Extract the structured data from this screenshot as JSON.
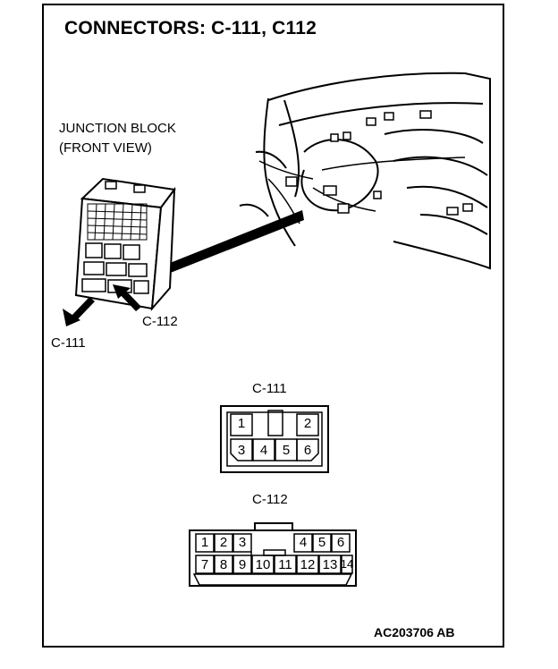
{
  "title": "CONNECTORS: C-111, C112",
  "junction_block": {
    "line1": "JUNCTION BLOCK",
    "line2": "(FRONT VIEW)"
  },
  "callouts": {
    "c111": "C-111",
    "c112": "C-112"
  },
  "connector_c111": {
    "label": "C-111",
    "pins_top": [
      "1",
      "2"
    ],
    "pins_bottom": [
      "3",
      "4",
      "5",
      "6"
    ]
  },
  "connector_c112": {
    "label": "C-112",
    "pins_top_left": [
      "1",
      "2",
      "3"
    ],
    "pins_top_right": [
      "4",
      "5",
      "6"
    ],
    "pins_bottom": [
      "7",
      "8",
      "9",
      "10",
      "11",
      "12",
      "13",
      "14"
    ]
  },
  "figure_code": "AC203706 AB"
}
